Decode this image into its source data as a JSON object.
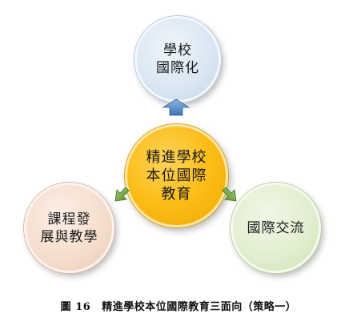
{
  "diagram": {
    "top_node": [
      "學校",
      "國際化"
    ],
    "center_node": [
      "精進學校",
      "本位國際",
      "教育"
    ],
    "left_node": [
      "課程發",
      "展與教學"
    ],
    "right_node": [
      "國際交流"
    ]
  },
  "caption": {
    "label": "圖 16",
    "text": "精進學校本位國際教育三面向（策略一）"
  },
  "colors": {
    "top": "#dbe7f3",
    "center": "#fbbd18",
    "left": "#f6dece",
    "right": "#e2eed0",
    "arrow_up": "#5b8fc9",
    "arrow_green": "#76a84a"
  }
}
